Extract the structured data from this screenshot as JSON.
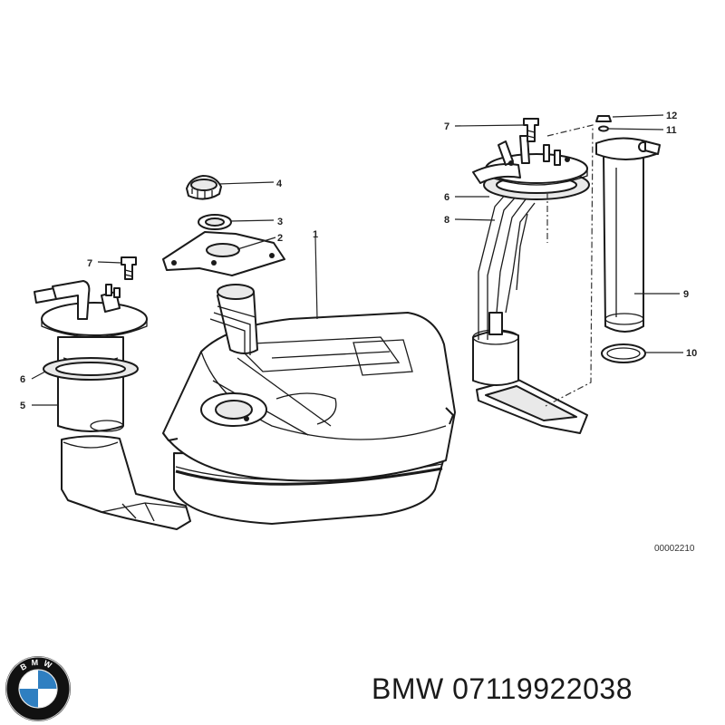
{
  "callouts": {
    "c1": "1",
    "c2": "2",
    "c3": "3",
    "c4": "4",
    "c5": "5",
    "c6": "6",
    "c7": "7",
    "c8": "8",
    "c9": "9",
    "c10": "10",
    "c11": "11",
    "c12": "12",
    "c6_left": "6",
    "c7_left": "7"
  },
  "diagram_ref": "00002210",
  "caption": {
    "brand": "BMW",
    "part_number": "07119922038"
  },
  "logo": {
    "letters": [
      "B",
      "M",
      "W"
    ],
    "colors": {
      "blue": "#2f7fc1",
      "white": "#ffffff",
      "ring": "#111111"
    }
  }
}
